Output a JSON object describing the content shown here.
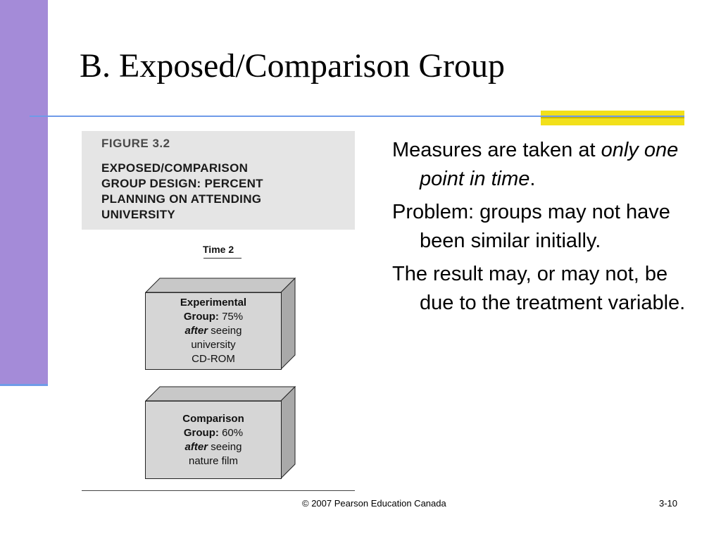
{
  "slide": {
    "title": "B. Exposed/Comparison Group",
    "colors": {
      "sidebar": "#a48bd8",
      "rule": "#6f9be8",
      "accent": "#f2e01a"
    }
  },
  "figure": {
    "number": "FIGURE 3.2",
    "caption_lines": [
      "EXPOSED/COMPARISON",
      "GROUP DESIGN: PERCENT",
      "PLANNING ON ATTENDING",
      "UNIVERSITY"
    ],
    "time_label": "Time 2",
    "experimental": {
      "label": "Experimental",
      "group": "Group:",
      "percent": "75%",
      "after": "after",
      "seeing": "seeing",
      "line4": "university",
      "line5": "CD-ROM"
    },
    "comparison": {
      "label": "Comparison",
      "group": "Group:",
      "percent": "60%",
      "after": "after",
      "seeing": "seeing",
      "line4": "nature film"
    }
  },
  "bullets": {
    "b1_text": "Measures are taken at ",
    "b1_emph": "only one point in time",
    "b1_end": ".",
    "b2": "Problem: groups may not have been similar initially.",
    "b3": "The result may, or may not, be due to the treatment variable."
  },
  "footer": {
    "copyright": "© 2007 Pearson Education Canada",
    "page": "3-10"
  }
}
